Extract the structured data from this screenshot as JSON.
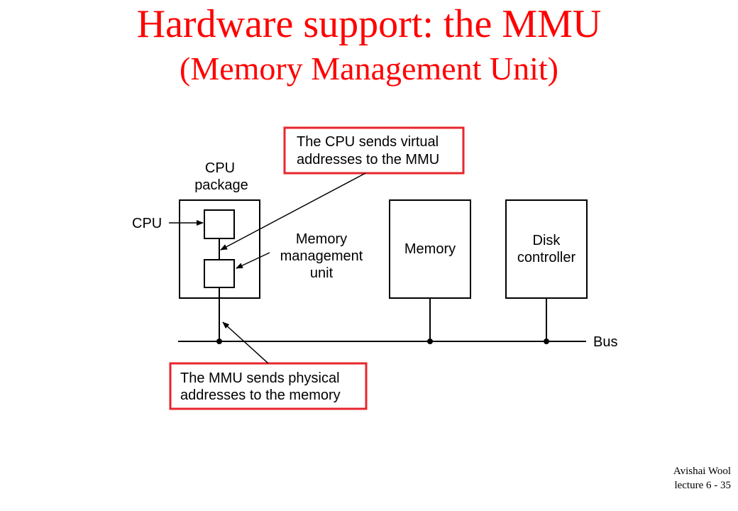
{
  "slide": {
    "title": "Hardware support: the MMU",
    "subtitle": "(Memory Management Unit)"
  },
  "diagram": {
    "cpu_package_label_line1": "CPU",
    "cpu_package_label_line2": "package",
    "cpu_label": "CPU",
    "mmu_label_line1": "Memory",
    "mmu_label_line2": "management",
    "mmu_label_line3": "unit",
    "memory_label": "Memory",
    "disk_label_line1": "Disk",
    "disk_label_line2": "controller",
    "bus_label": "Bus",
    "callout_top_line1": "The CPU sends virtual",
    "callout_top_line2": "addresses to the MMU",
    "callout_bottom_line1": "The MMU sends physical",
    "callout_bottom_line2": "addresses to the memory"
  },
  "footer": {
    "author": "Avishai Wool",
    "lecture": "lecture 6  - 35"
  },
  "colors": {
    "title": "#ff0000",
    "callout_border": "#e8262e"
  }
}
